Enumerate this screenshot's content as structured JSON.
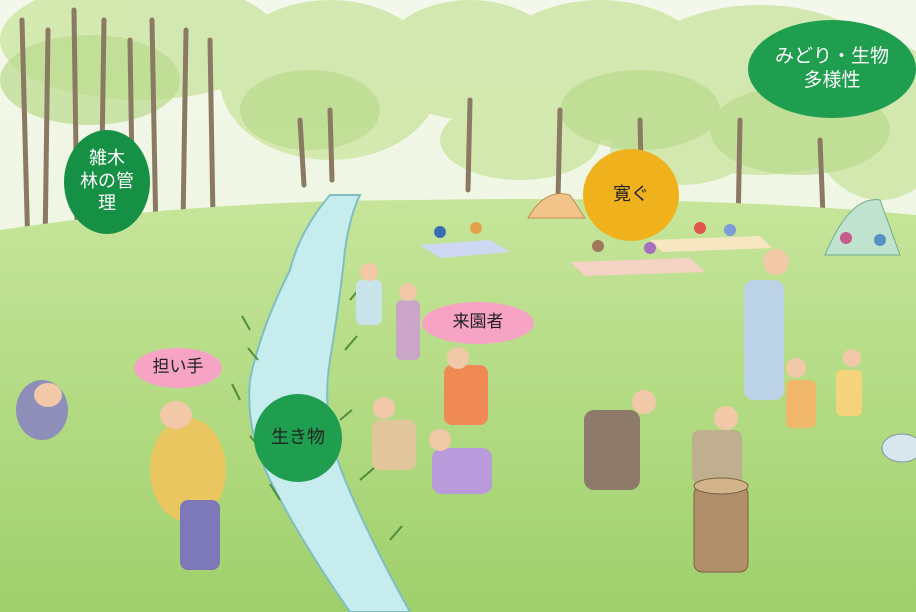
{
  "labels": {
    "biodiversity": "みどり・生物\n多様性",
    "coppice": "雑木\n林の管\n理",
    "relax": "寛ぐ",
    "visitors": "来園者",
    "bearers": "担い手",
    "creatures": "生き物"
  },
  "colors": {
    "green_bubble": "#1f9e4f",
    "green_bubble_dark": "#169045",
    "yellow_bubble": "#f0b21c",
    "pink_bubble": "#f6a3c4",
    "lawn": "#a9d77a",
    "stream": "#bfe8ea",
    "foliage": "#cfe6a6",
    "white_text": "#ffffff",
    "dark_text": "#222222"
  }
}
